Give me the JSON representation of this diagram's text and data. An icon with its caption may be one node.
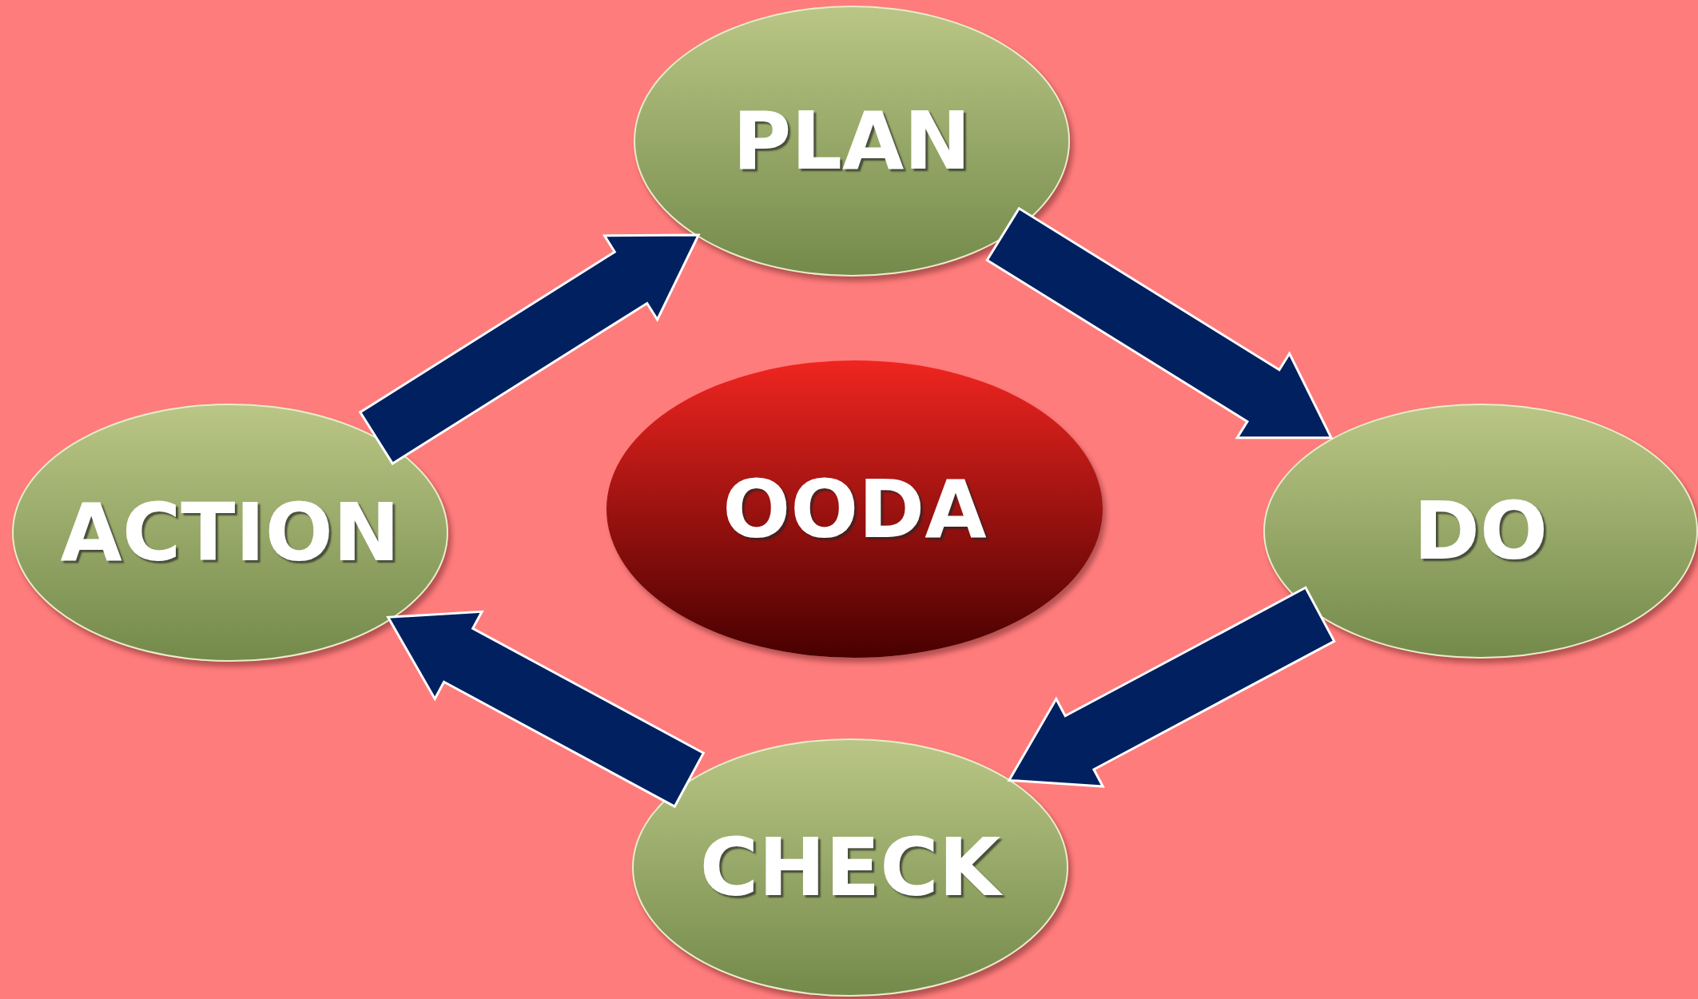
{
  "diagram": {
    "nodes": [
      {
        "text": [
          "PLAN"
        ]
      },
      {
        "text": [
          "DO"
        ]
      },
      {
        "text": [
          "CHECK"
        ]
      },
      {
        "text": [
          "ACTION"
        ]
      },
      {
        "text": [
          "OODA"
        ]
      }
    ],
    "edges": [
      {
        "from": 3,
        "to": 0,
        "arrow": "to"
      },
      {
        "from": 0,
        "to": 1,
        "arrow": "to"
      },
      {
        "from": 1,
        "to": 2,
        "arrow": "to"
      },
      {
        "from": 2,
        "to": 3,
        "arrow": "to"
      }
    ]
  }
}
